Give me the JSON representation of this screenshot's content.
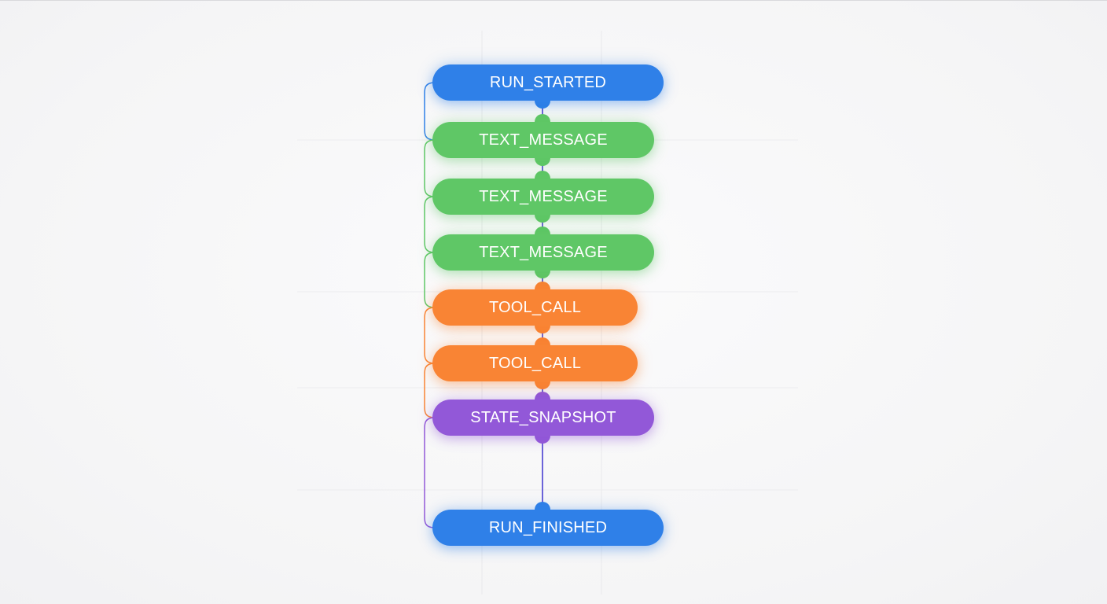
{
  "colors": {
    "blue": "#2f80e8",
    "green": "#5fc766",
    "orange": "#f98434",
    "purple": "#9258d8"
  },
  "nodes": [
    {
      "label": "RUN_STARTED",
      "color": "blue"
    },
    {
      "label": "TEXT_MESSAGE",
      "color": "green"
    },
    {
      "label": "TEXT_MESSAGE",
      "color": "green"
    },
    {
      "label": "TEXT_MESSAGE",
      "color": "green"
    },
    {
      "label": "TOOL_CALL",
      "color": "orange"
    },
    {
      "label": "TOOL_CALL",
      "color": "orange"
    },
    {
      "label": "STATE_SNAPSHOT",
      "color": "purple"
    },
    {
      "label": "RUN_FINISHED",
      "color": "blue"
    }
  ]
}
